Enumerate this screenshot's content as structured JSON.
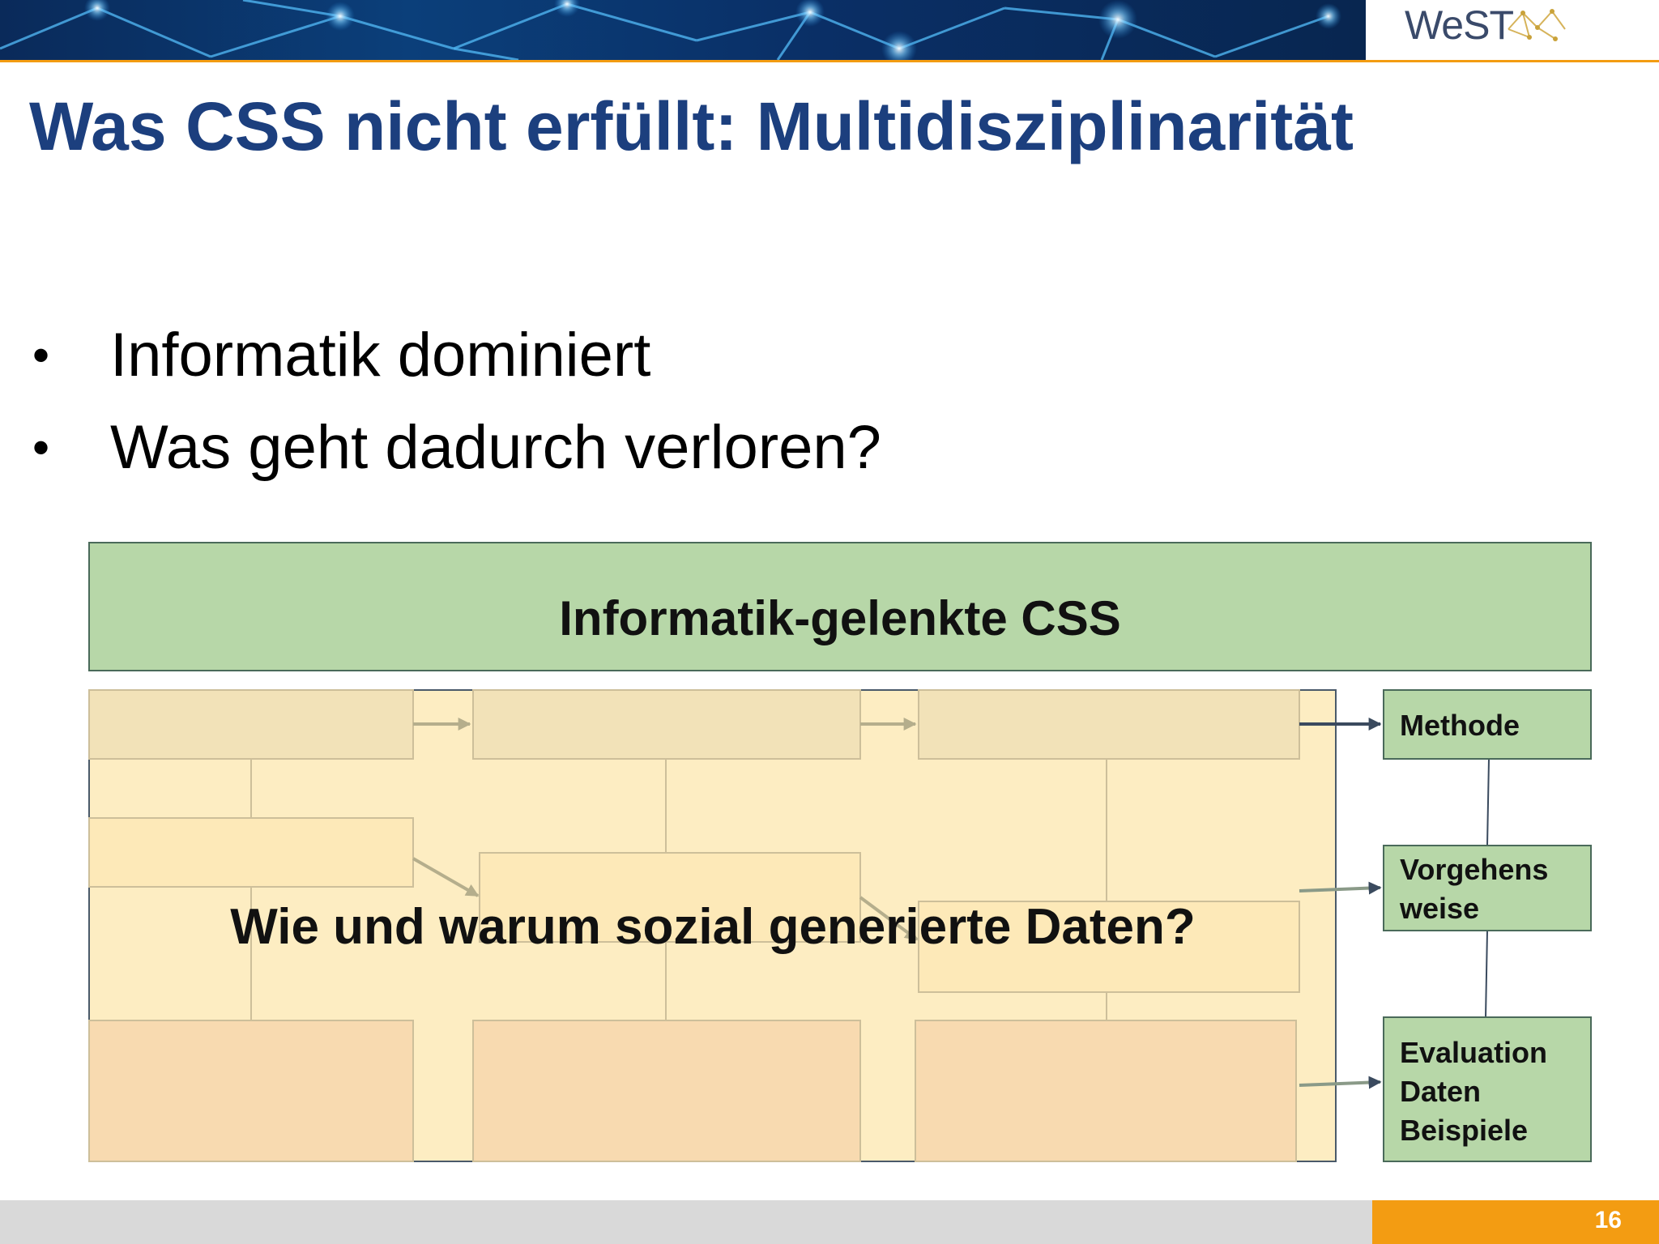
{
  "header": {
    "logo_text": "WeST"
  },
  "title": "Was CSS nicht erfüllt: Multidisziplinarität",
  "bullets": [
    "Informatik dominiert",
    "Was geht dadurch verloren?"
  ],
  "diagram": {
    "top_box": "Informatik-gelenkte CSS",
    "overlay_question": "Wie und warum sozial generierte Daten?",
    "side_boxes": {
      "methode": "Methode",
      "vorgehensweise_1": "Vorgehens",
      "vorgehensweise_2": "weise",
      "evaluation_1": "Evaluation",
      "evaluation_2": "Daten",
      "evaluation_3": "Beispiele"
    }
  },
  "footer": {
    "page_number": "16"
  },
  "colors": {
    "title": "#1c3f7e",
    "accent": "#f39c12",
    "green_box": "#b7d7a8",
    "inner_bg": "#fdedc2",
    "footer_gray": "#d9d9d9"
  }
}
